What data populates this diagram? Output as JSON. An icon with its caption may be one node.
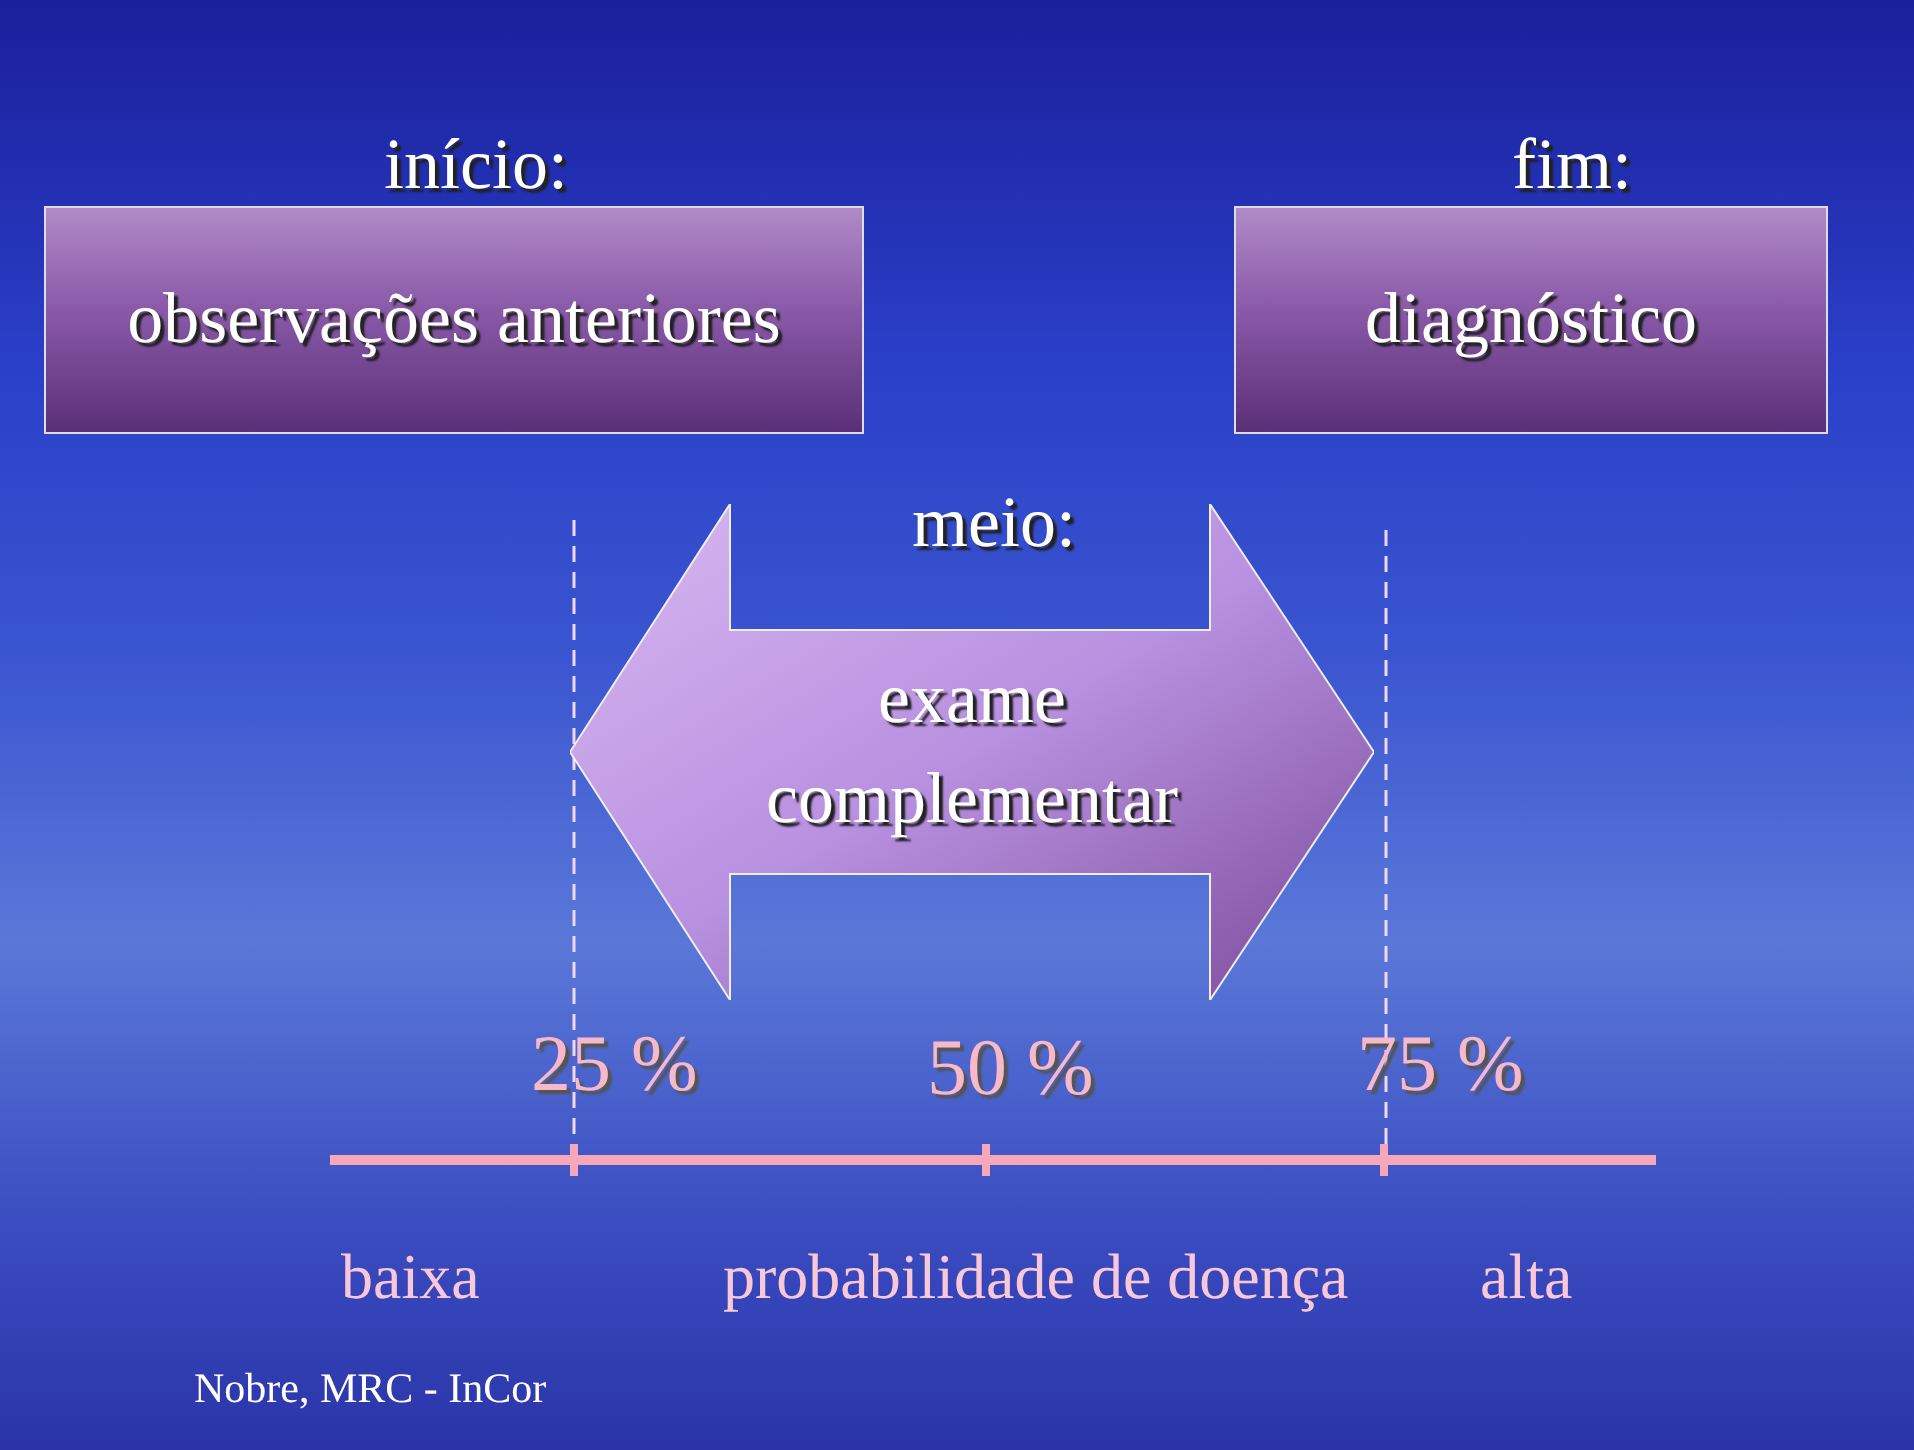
{
  "diagram": {
    "nodes": [
      {
        "text": [
          "início:",
          "observações anteriores"
        ]
      },
      {
        "text": [
          "fim:",
          "diagnóstico"
        ]
      },
      {
        "text": [
          "meio:",
          "exame complementar"
        ]
      }
    ],
    "labels": [
      "25 %",
      "50 %",
      "75 %",
      "baixa",
      "probabilidade de doença",
      "alta",
      "Nobre, MRC - InCor"
    ]
  }
}
